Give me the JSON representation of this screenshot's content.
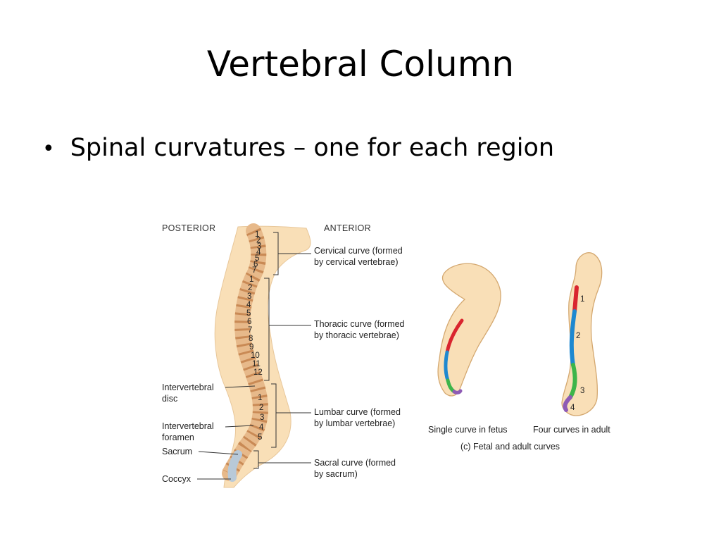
{
  "slide": {
    "title": "Vertebral Column",
    "bullet": "Spinal curvatures – one for each region"
  },
  "figure": {
    "posterior_label": "POSTERIOR",
    "anterior_label": "ANTERIOR",
    "curves": {
      "cervical": [
        "Cervical curve (formed",
        "by cervical vertebrae)"
      ],
      "thoracic": [
        "Thoracic curve (formed",
        "by thoracic vertebrae)"
      ],
      "lumbar": [
        "Lumbar curve (formed",
        "by lumbar vertebrae)"
      ],
      "sacral": [
        "Sacral curve (formed",
        "by sacrum)"
      ]
    },
    "left_labels": {
      "disc": [
        "Intervertebral",
        "disc"
      ],
      "foramen": [
        "Intervertebral",
        "foramen"
      ],
      "sacrum": "Sacrum",
      "coccyx": "Coccyx"
    },
    "cervical_numbers": [
      "1",
      "2",
      "3",
      "4",
      "5",
      "6",
      "7"
    ],
    "thoracic_numbers": [
      "1",
      "2",
      "3",
      "4",
      "5",
      "6",
      "7",
      "8",
      "9",
      "10",
      "11",
      "12"
    ],
    "lumbar_numbers": [
      "1",
      "2",
      "3",
      "4",
      "5"
    ],
    "fetal_caption": "Single curve in fetus",
    "adult_caption": "Four curves in adult",
    "panel_caption": "(c) Fetal and adult curves",
    "adult_curve_numbers": [
      "1",
      "2",
      "3",
      "4"
    ],
    "colors": {
      "cervical": "#d9252f",
      "thoracic": "#1e88d0",
      "lumbar": "#3db54a",
      "sacral": "#8e5bb5",
      "skin": "#f9dfb7",
      "bone": "#e7b98a"
    }
  }
}
